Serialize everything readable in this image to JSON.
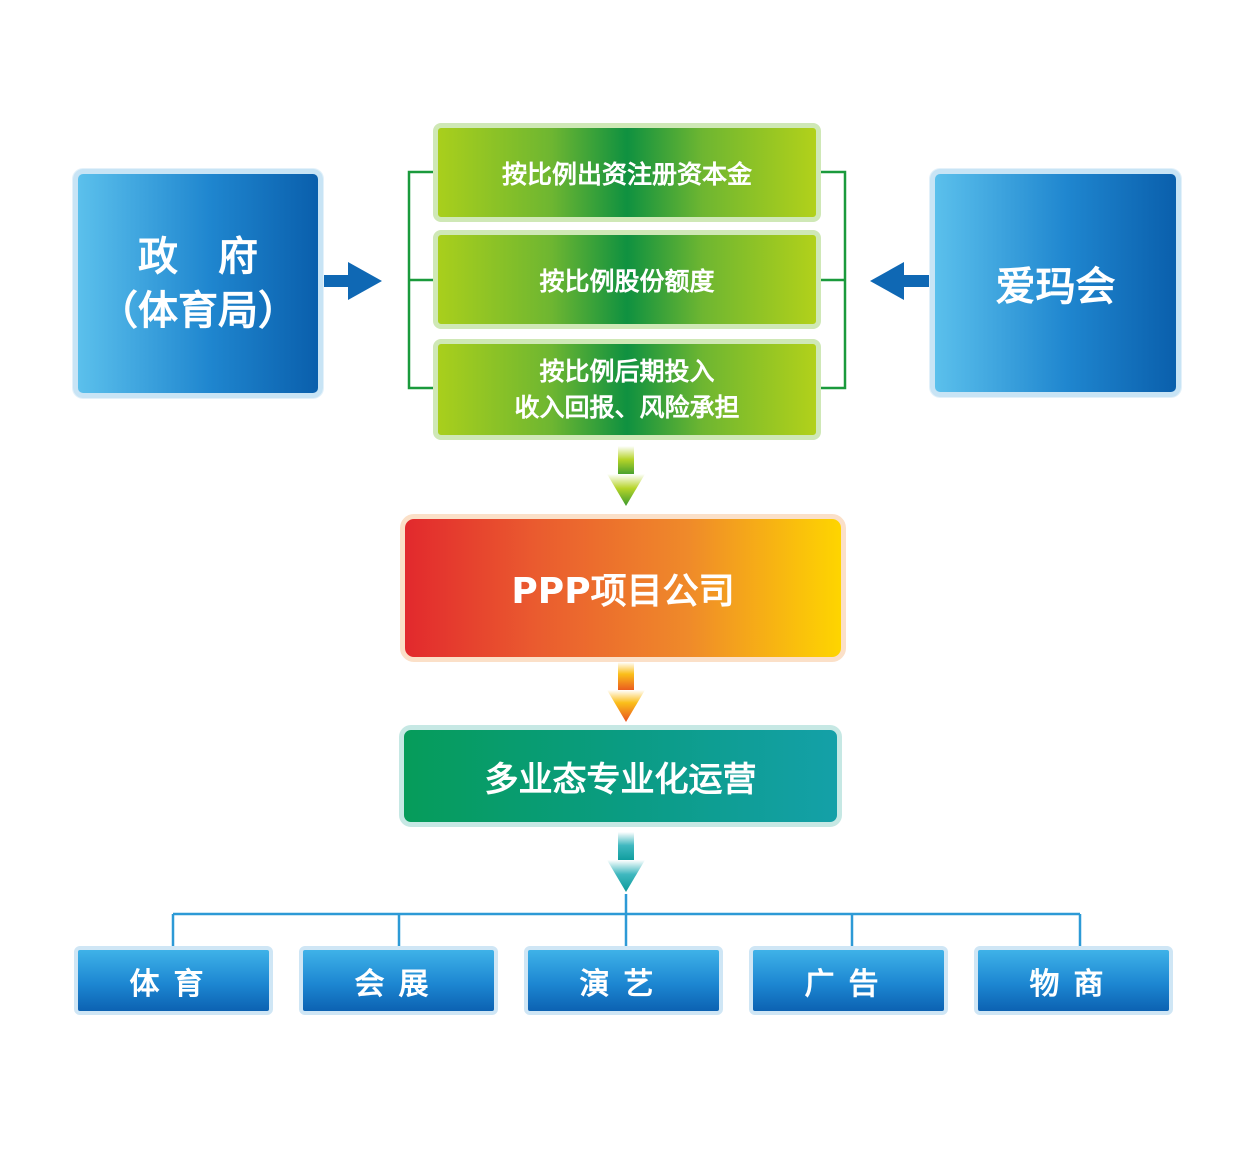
{
  "left_box": {
    "line1": "政　府",
    "line2": "（体育局）"
  },
  "right_box": {
    "label": "爱玛会"
  },
  "middle_boxes": [
    {
      "label": "按比例出资注册资本金"
    },
    {
      "label": "按比例股份额度"
    },
    {
      "line1": "按比例后期投入",
      "line2": "收入回报、风险承担"
    }
  ],
  "ppp_box": {
    "label": "PPP项目公司"
  },
  "operation_box": {
    "label": "多业态专业化运营"
  },
  "business_items": [
    {
      "label": "体育"
    },
    {
      "label": "会展"
    },
    {
      "label": "演艺"
    },
    {
      "label": "广告"
    },
    {
      "label": "物商"
    }
  ],
  "colors": {
    "blue_arrow": "#0f68b4",
    "green_line": "#1a9a3c",
    "blue_line": "#2d9ad6",
    "ppp_gradient": [
      "#e2292d",
      "#fed500"
    ],
    "operation_teal": "#0a9c82"
  }
}
